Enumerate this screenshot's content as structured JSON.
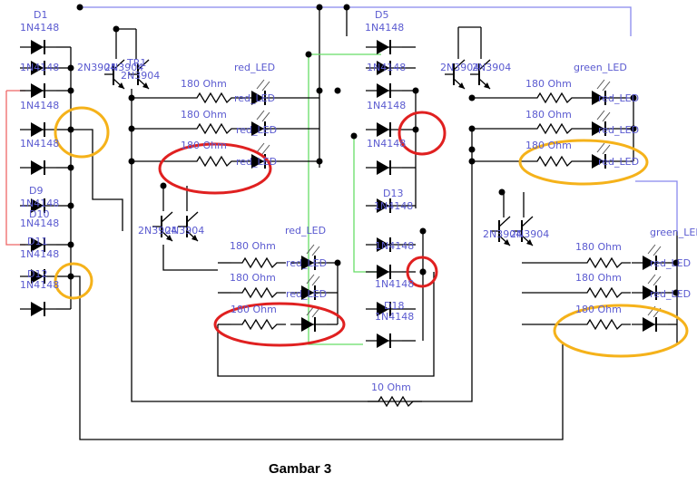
{
  "caption": "Gambar 3",
  "component_labels": [
    "D1",
    "1N4148",
    "1N4148",
    "1N4148",
    "1N4148",
    "D9",
    "1N4148",
    "D10",
    "1N4148",
    "D11",
    "1N4148",
    "D12",
    "1N4148",
    "D5",
    "1N4148",
    "1N4148",
    "1N4148",
    "1N4148",
    "D13",
    "1N4148",
    "1N4148",
    "1N4148",
    "D18",
    "1N4148",
    "TR1",
    "2N3904",
    "2N3904",
    "2N3904",
    "2N3904",
    "2N3904",
    "2N3904",
    "2N3904",
    "2N3904",
    "2N3904",
    "180 Ohm",
    "180 Ohm",
    "180 Ohm",
    "180 Ohm",
    "180 Ohm",
    "180 Ohm",
    "180 Ohm",
    "180 Ohm",
    "180 Ohm",
    "180 Ohm",
    "180 Ohm",
    "180 Ohm",
    "red_LED",
    "red_LED",
    "red_LED",
    "red_LED",
    "red_LED",
    "red_LED",
    "red_LED",
    "green_LED",
    "green_LED",
    "red_LED",
    "red_LED",
    "red_LED",
    "red_LED",
    "red_LED",
    "10 Ohm"
  ],
  "highlight_colors": {
    "red": "#e02020",
    "orange": "#f5b21a"
  },
  "wire_colors": {
    "main": "#000000",
    "net_green": "#66dd66",
    "net_blue": "#8888ee",
    "net_pink": "#ee6666"
  }
}
